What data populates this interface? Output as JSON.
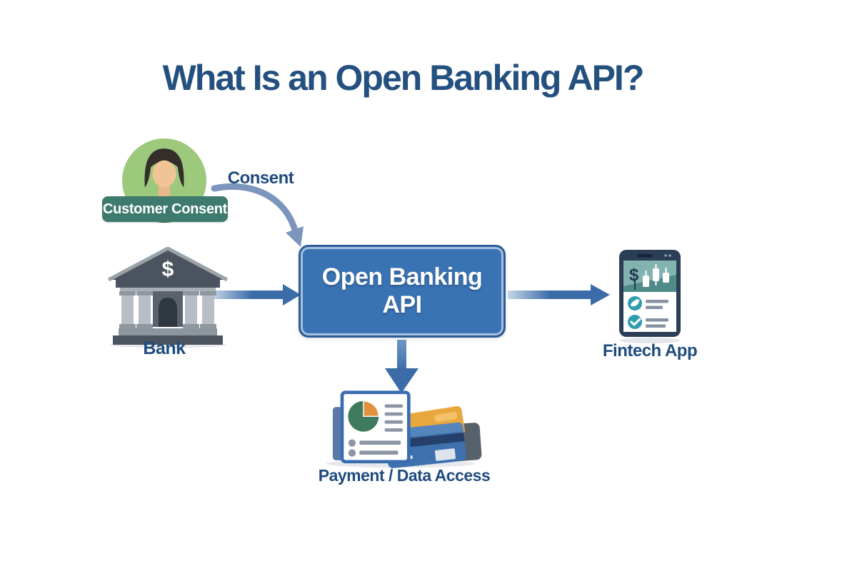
{
  "title": "What Is an Open Banking API?",
  "nodes": {
    "customer": {
      "label": "Customer Consent",
      "icon": "person-avatar-icon"
    },
    "consent_flow": {
      "label": "Consent",
      "icon": "curved-arrow-icon"
    },
    "bank": {
      "label": "Bank",
      "icon": "bank-icon"
    },
    "api": {
      "line1": "Open Banking",
      "line2": "API"
    },
    "fintech": {
      "label": "Fintech App",
      "icon": "smartphone-icon"
    },
    "payment": {
      "label": "Payment / Data Access",
      "icon": "document-and-cards-icon"
    }
  },
  "glyphs": {
    "dollar": "$"
  },
  "flows": [
    {
      "from": "customer",
      "to": "api",
      "label": "Consent",
      "style": "curved"
    },
    {
      "from": "bank",
      "to": "api",
      "label": "",
      "style": "straight"
    },
    {
      "from": "api",
      "to": "fintech",
      "label": "",
      "style": "straight"
    },
    {
      "from": "api",
      "to": "payment",
      "label": "",
      "style": "straight"
    }
  ],
  "colors": {
    "background": "#ffffff",
    "title_text": "#24507f",
    "label_text": "#1e4b7e",
    "api_box_fill": "#3a73b4",
    "api_box_border": "#2b5c97",
    "arrow_blue": "#3b6ca8",
    "curved_arrow": "#7b95bd",
    "avatar_circle": "#9cc97b",
    "customer_label_bg": "#3e7b6e",
    "bank_dark": "#4b545e",
    "bank_light": "#b8bec5",
    "teal_circle": "#2f9daf",
    "phone_frame": "#2b3e55",
    "phone_header_teal": "#82b3b0",
    "pie_green": "#3d7a5e",
    "pie_orange": "#e0913e",
    "card_yellow": "#e9a83d",
    "card_blue": "#3e71ae",
    "card_gray": "#57616c"
  }
}
